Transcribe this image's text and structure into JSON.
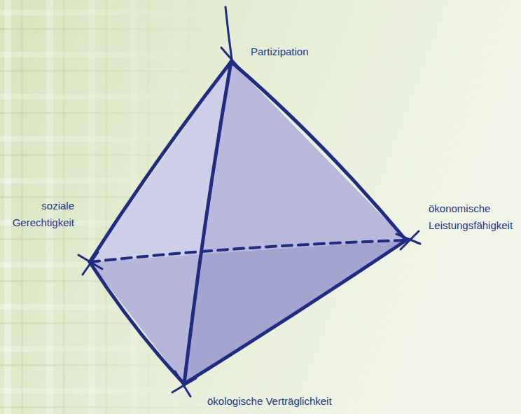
{
  "diagram": {
    "labels": [
      "Partizipation",
      "soziale Gerechtigkeit",
      "ökonomische Leistungsfähigkeit",
      "ökologische Verträglichkeit"
    ]
  }
}
